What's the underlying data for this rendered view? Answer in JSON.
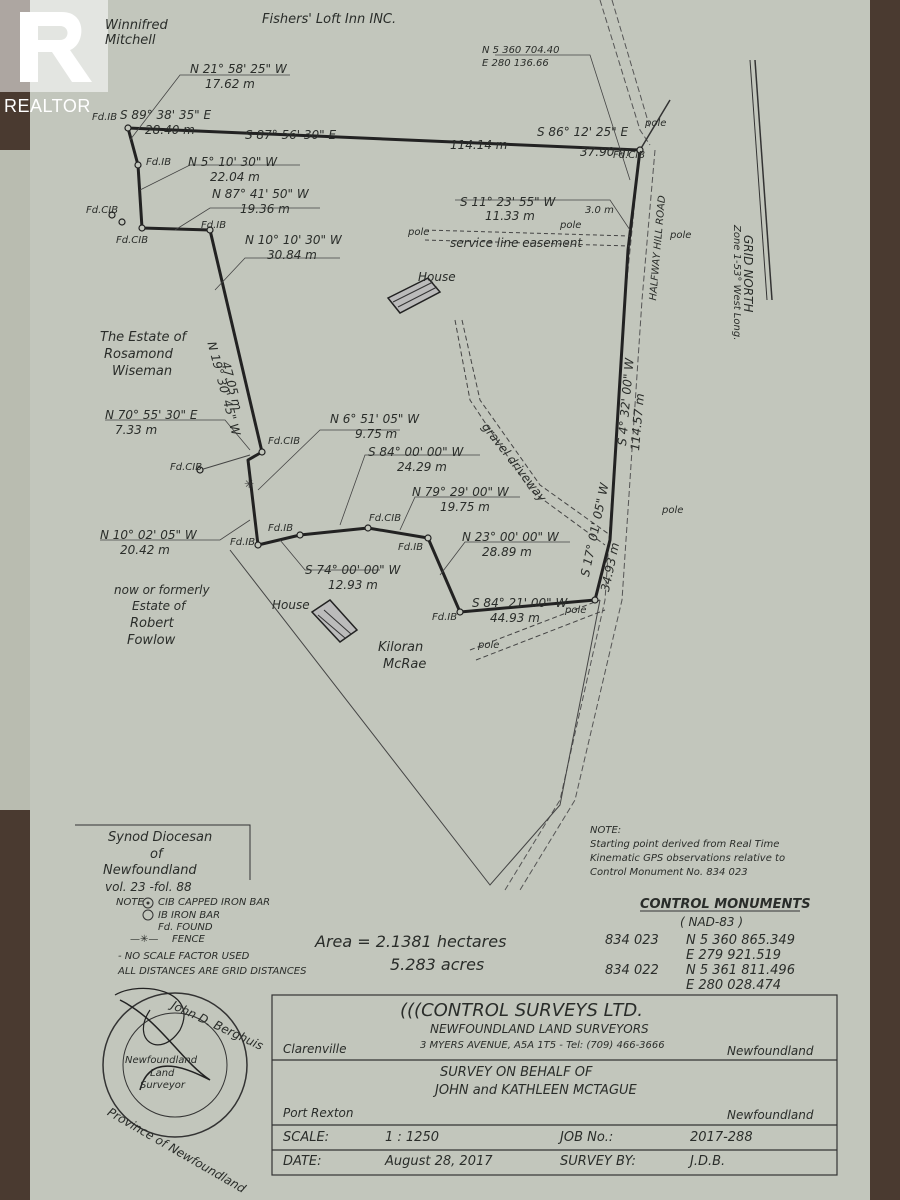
{
  "logo": {
    "brand": "REALTOR",
    "icon": "realtor-r-logo"
  },
  "owners": {
    "top_left_1": "Winnifred",
    "top_left_2": "Mitchell",
    "top": "Fishers' Loft Inn INC.",
    "west_1": "The Estate of",
    "west_2": "Rosamond",
    "west_3": "Wiseman",
    "sw_1": "now or formerly",
    "sw_2": "Estate of",
    "sw_3": "Robert",
    "sw_4": "Fowlow",
    "south_1": "Kiloran",
    "south_2": "McRae",
    "synod_1": "Synod Diocesan",
    "synod_2": "of",
    "synod_3": "Newfoundland",
    "synod_4": "vol. 23 -fol. 88"
  },
  "start_coords": {
    "n": "N 5 360 704.40",
    "e": "E 280 136.66"
  },
  "grid_north": {
    "label": "GRID NORTH",
    "zone": "Zone 1-53° West Long."
  },
  "bearings": {
    "b1": "N 21° 58' 25\" W",
    "d1": "17.62 m",
    "b2": "S 89° 38' 35\" E",
    "d2": "28.40 m",
    "b3": "S 87° 56' 30\" E",
    "d3": "114.14 m",
    "b4": "S 86° 12' 25\" E",
    "d4": "37.90 m",
    "b5": "N 5° 10' 30\" W",
    "d5": "22.04 m",
    "b6": "N 87° 41' 50\" W",
    "d6": "19.36 m",
    "b7": "S 11° 23' 55\" W",
    "d7": "11.33 m",
    "b8": "N 10° 10' 30\" W",
    "d8": "30.84 m",
    "b9": "N 19° 30' 45\" W",
    "d9": "47.05 m",
    "b10": "S 4° 32' 00\" W",
    "d10": "114.57 m",
    "b11": "N 70° 55' 30\" E",
    "d11": "7.33 m",
    "b12": "N 6° 51' 05\" W",
    "d12": "9.75 m",
    "b13": "S 84° 00' 00\" W",
    "d13": "24.29 m",
    "b14": "N 79° 29' 00\" W",
    "d14": "19.75 m",
    "b15": "N 10° 02' 05\" W",
    "d15": "20.42 m",
    "b16": "N 23° 00' 00\" W",
    "d16": "28.89 m",
    "b17": "S 74° 00' 00\" W",
    "d17": "12.93 m",
    "b18": "S 84° 21' 00\" W",
    "d18": "44.93 m",
    "b19": "S 17° 01' 05\" W",
    "d19": "34.93 m"
  },
  "markers": {
    "fd_ib": "Fd.IB",
    "fd_cib": "Fd.CIB",
    "pole": "pole",
    "width": "3.0 m"
  },
  "features": {
    "house": "House",
    "easement": "service line easement",
    "driveway": "gravel driveway",
    "road": "HALFWAY HILL ROAD"
  },
  "note_gps": {
    "title": "NOTE:",
    "line1": "Starting point derived from Real Time",
    "line2": "Kinematic GPS observations relative to",
    "line3": "Control Monument No. 834 023"
  },
  "legend": {
    "note": "NOTE",
    "cib": "CIB  CAPPED IRON BAR",
    "ib": "IB  IRON BAR",
    "fd": "Fd. FOUND",
    "fence": "FENCE",
    "scale": "- NO SCALE FACTOR USED",
    "grid": "ALL DISTANCES ARE GRID DISTANCES"
  },
  "area": {
    "hectares": "Area = 2.1381 hectares",
    "acres": "5.283 acres"
  },
  "control": {
    "title": "CONTROL MONUMENTS",
    "datum": "( NAD-83 )",
    "m1_id": "834 023",
    "m1_n": "N 5 360 865.349",
    "m1_e": "E   279 921.519",
    "m2_id": "834 022",
    "m2_n": "N 5 361 811.496",
    "m2_e": "E   280 028.474"
  },
  "title_block": {
    "company": "(((CONTROL SURVEYS LTD.",
    "subtitle": "NEWFOUNDLAND LAND SURVEYORS",
    "town": "Clarenville",
    "address": "3 MYERS AVENUE, A5A 1T5 - Tel: (709) 466-3666",
    "province1": "Newfoundland",
    "survey_for": "SURVEY ON BEHALF OF",
    "clients": "JOHN and KATHLEEN MCTAGUE",
    "location": "Port Rexton",
    "province2": "Newfoundland",
    "scale_label": "SCALE:",
    "scale_value": "1 : 1250",
    "job_label": "JOB No.:",
    "job_value": "2017-288",
    "date_label": "DATE:",
    "date_value": "August 28, 2017",
    "surveyby_label": "SURVEY BY:",
    "surveyby_value": "J.D.B."
  },
  "seal": {
    "name": "John D. Berghuis",
    "center1": "Newfoundland",
    "center2": "Land",
    "center3": "Surveyor",
    "ring": "Province of Newfoundland"
  }
}
